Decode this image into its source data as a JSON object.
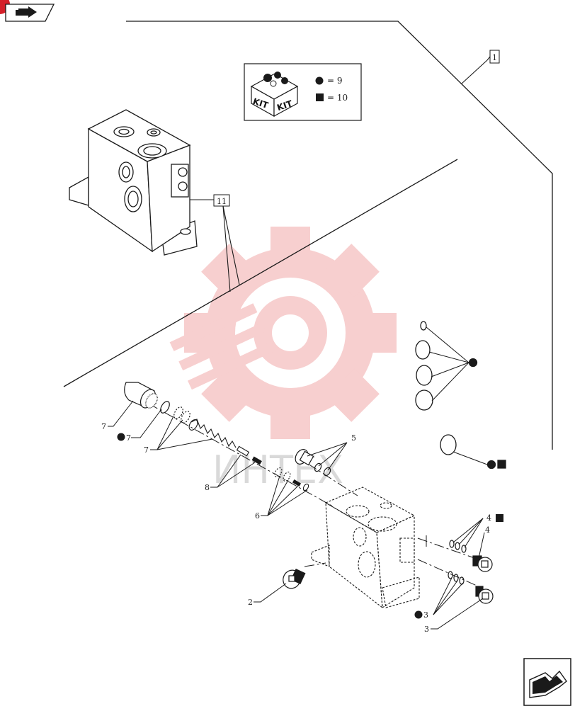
{
  "colors": {
    "line": "#1a1a1a",
    "watermark": "#f2a8a8",
    "watermark_text": "#c8c8c8",
    "accent_red": "#d4202a"
  },
  "watermark": {
    "text": "ИНТЕХ"
  },
  "kit_legend": {
    "kit_label_1": "KIT",
    "kit_label_2": "KIT",
    "circle_item": "= 9",
    "square_item": "= 10"
  },
  "callouts": {
    "assembly": "1",
    "sub_assembly": "11",
    "part_2": "2",
    "part_3_lower": "3",
    "part_3_upper": "3",
    "part_4_top": "4",
    "part_4_mid": "4",
    "part_5": "5",
    "part_6": "6",
    "part_7_top": "7",
    "part_7_mid": "7",
    "part_7_low": "7",
    "part_8": "8"
  },
  "icons": {
    "top_left": "prev-page-icon",
    "bottom_right": "next-page-icon"
  }
}
